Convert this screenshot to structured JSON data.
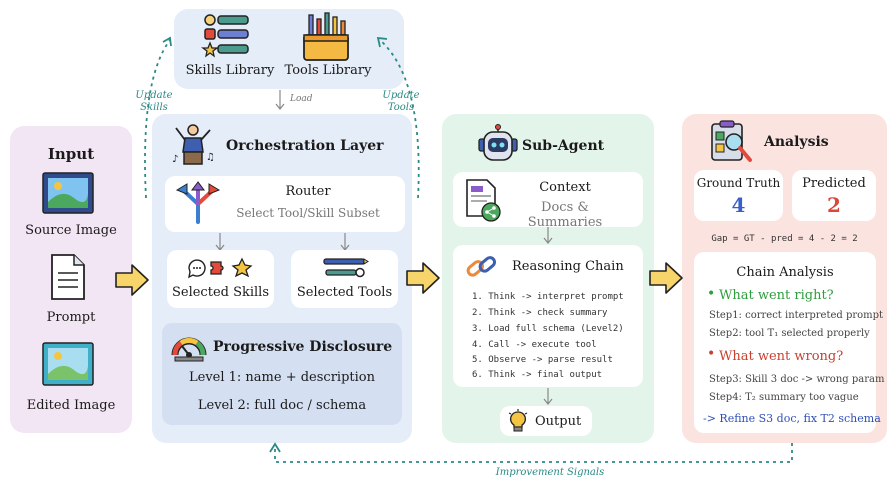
{
  "library": {
    "skills_label": "Skills Library",
    "tools_label": "Tools Library",
    "load_label": "Load",
    "update_skills": [
      "Update",
      "Skills"
    ],
    "update_tools": [
      "Update",
      "Tools"
    ]
  },
  "input": {
    "title": "Input",
    "items": [
      "Source Image",
      "Prompt",
      "Edited Image"
    ]
  },
  "orchestration": {
    "title": "Orchestration Layer",
    "router_title": "Router",
    "router_sub": "Select Tool/Skill Subset",
    "selected_skills": "Selected Skills",
    "selected_tools": "Selected Tools",
    "pd_title": "Progressive Disclosure",
    "pd_levels": [
      "Level 1: name + description",
      "Level 2: full doc / schema"
    ]
  },
  "subagent": {
    "title": "Sub-Agent",
    "context_title": "Context",
    "context_sub": "Docs & Summaries",
    "reasoning_title": "Reasoning Chain",
    "steps": [
      "1. Think -> interpret prompt",
      "2. Think -> check summary",
      "3. Load full schema (Level2)",
      "4. Call -> execute tool",
      "5. Observe -> parse result",
      "6. Think -> final output"
    ],
    "output_label": "Output"
  },
  "analysis": {
    "title": "Analysis",
    "gt_label": "Ground Truth",
    "gt_value": "4",
    "pred_label": "Predicted",
    "pred_value": "2",
    "gap_text": "Gap = GT - pred = 4 - 2 = 2",
    "chain_title": "Chain Analysis",
    "right_heading": "What went right?",
    "right_items": [
      "Step1: correct interpreted prompt",
      "Step2: tool T₁ selected properly"
    ],
    "wrong_heading": "What went wrong?",
    "wrong_items": [
      "Step3: Skill 3 doc -> wrong param",
      "Step4: T₂ summary too vague"
    ],
    "fix_text": "-> Refine S3 doc, fix T2 schema"
  },
  "footer": {
    "improvement_label": "Improvement Signals"
  },
  "colors": {
    "input_bg": "#f3e6f4",
    "orch_bg": "#e5edf8",
    "subagent_bg": "#e3f5ea",
    "analysis_bg": "#fbe3e0",
    "teal_dashed": "#2b8a84",
    "gt_blue": "#3a5fcd",
    "pred_red": "#d9483b",
    "right_green": "#2e9e3e",
    "wrong_red": "#c8402e",
    "fix_blue": "#2e4fb8"
  }
}
